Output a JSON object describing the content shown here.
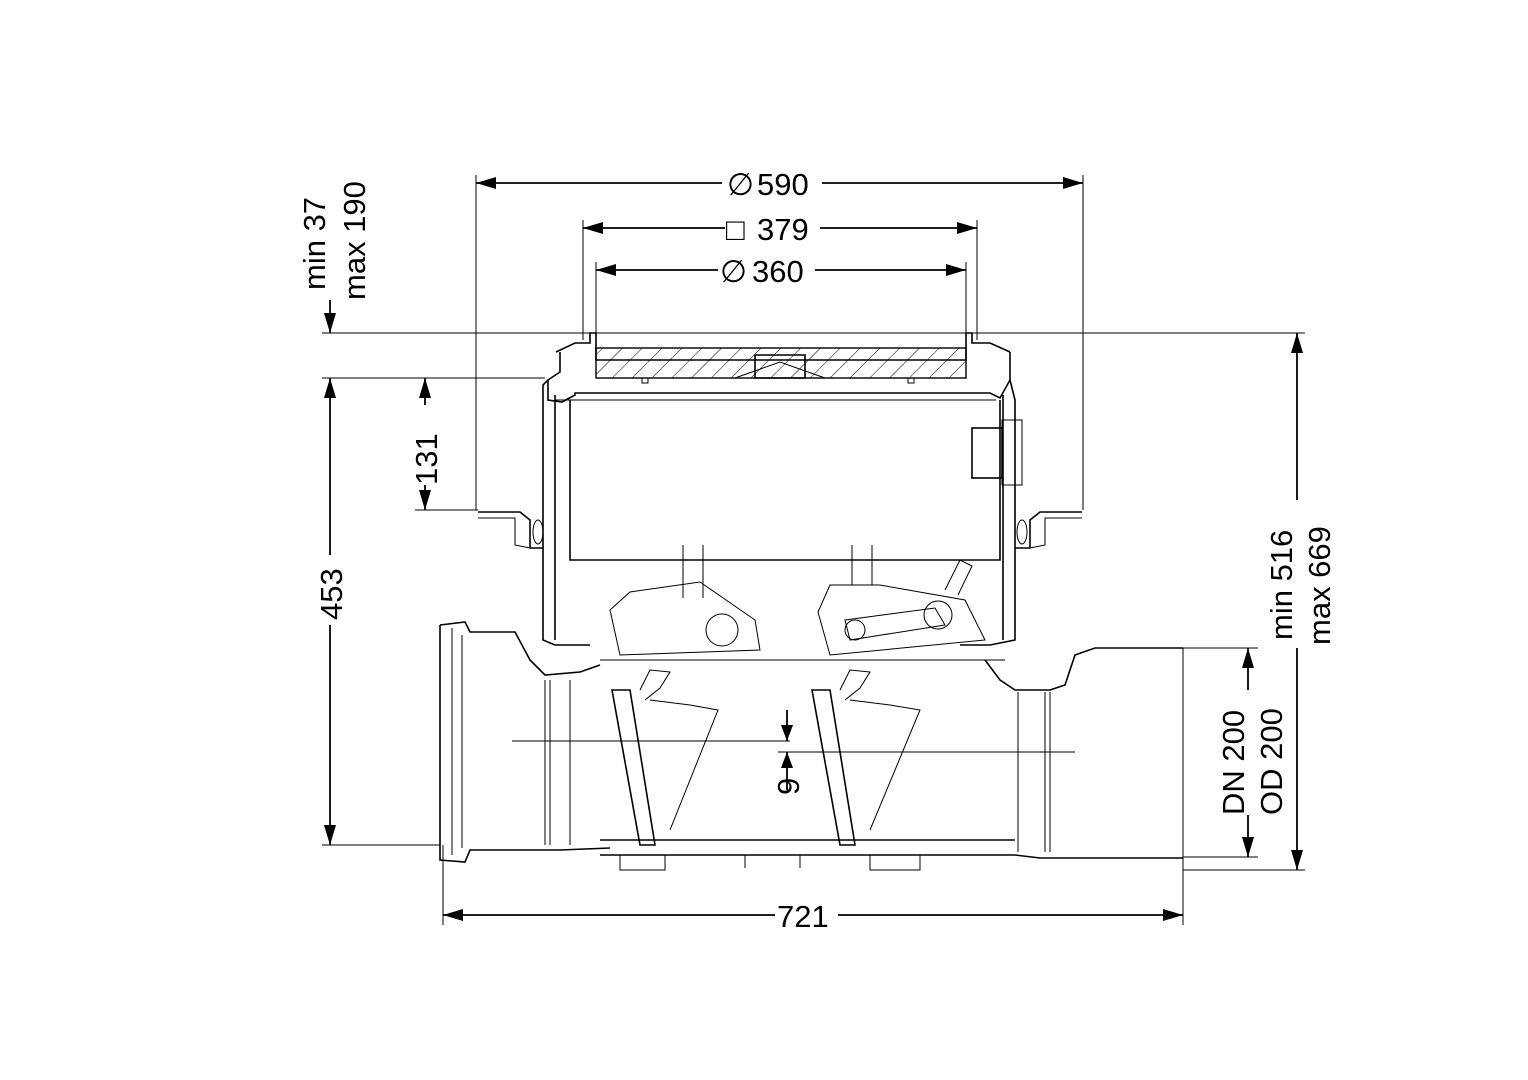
{
  "drawing": {
    "dimensions": {
      "outer_diameter": {
        "symbol": "∅",
        "value": "590"
      },
      "square_opening": {
        "symbol": "□",
        "value": "379"
      },
      "grate_diameter": {
        "symbol": "∅",
        "value": "360"
      },
      "frame_adjust_min": "min 37",
      "frame_adjust_max": "max 190",
      "upper_height": "131",
      "body_height": "453",
      "total_height_min": "min 516",
      "total_height_max": "max 669",
      "pipe_dn": "DN 200",
      "pipe_od": "OD 200",
      "overall_length": "721",
      "invert_drop": "9"
    }
  }
}
